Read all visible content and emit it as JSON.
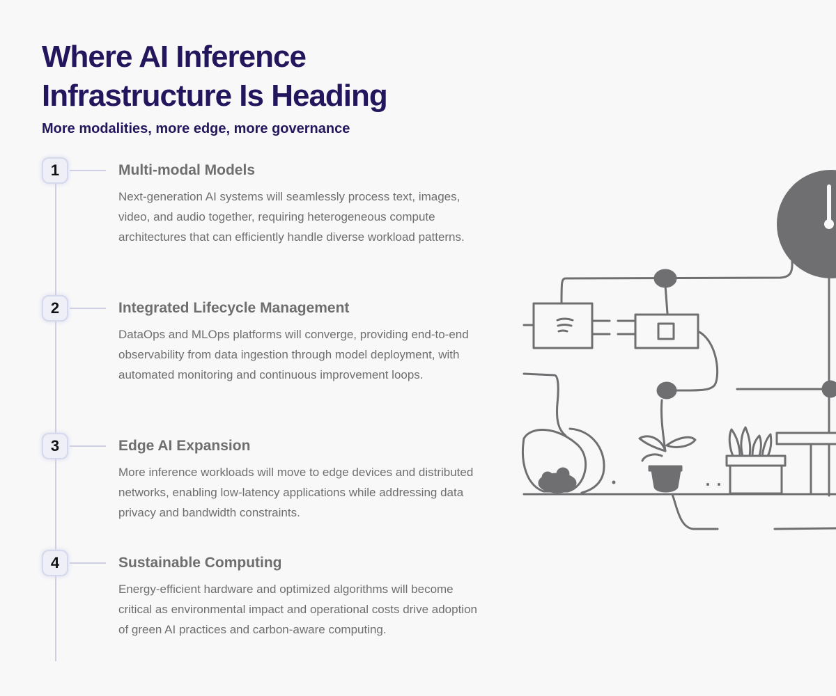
{
  "header": {
    "title": "Where AI Inference Infrastructure Is Heading",
    "subtitle": "More modalities, more edge, more governance"
  },
  "steps": [
    {
      "number": "1",
      "title": "Multi-modal Models",
      "description": "Next-generation AI systems will seamlessly process text, images, video, and audio together, requiring heterogeneous compute architectures that can efficiently handle diverse workload patterns."
    },
    {
      "number": "2",
      "title": "Integrated Lifecycle Management",
      "description": "DataOps and MLOps platforms will converge, providing end-to-end observability from data ingestion through model deployment, with automated monitoring and continuous improvement loops."
    },
    {
      "number": "3",
      "title": "Edge AI Expansion",
      "description": "More inference workloads will move to edge devices and distributed networks, enabling low-latency applications while addressing data privacy and bandwidth constraints."
    },
    {
      "number": "4",
      "title": "Sustainable Computing",
      "description": "Energy-efficient hardware and optimized algorithms will become critical as environmental impact and operational costs drive adoption of green AI practices and carbon-aware computing."
    }
  ],
  "colors": {
    "title": "#24165c",
    "body_text": "#6e6e6e",
    "timeline": "#cfcfe3",
    "illustration": "#6f6f71",
    "background": "#f8f8f9"
  },
  "illustration": {
    "description_icons": [
      "clock-icon",
      "server-box-icon",
      "chip-box-icon",
      "bowl-icon",
      "potted-plant-icon",
      "plant-box-icon",
      "desk-icon"
    ]
  }
}
